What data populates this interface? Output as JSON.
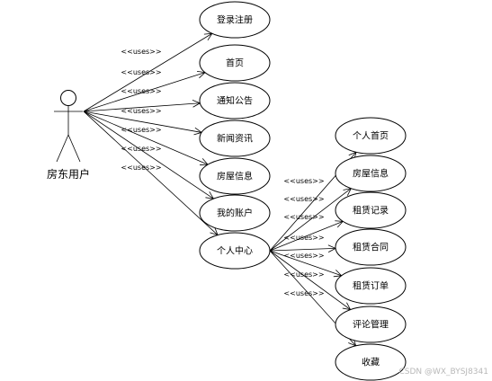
{
  "actor": {
    "name": "房东用户"
  },
  "stereotype": "<<uses>>",
  "primary_use_cases": [
    {
      "id": "login",
      "label": "登录注册"
    },
    {
      "id": "home",
      "label": "首页"
    },
    {
      "id": "notice",
      "label": "通知公告"
    },
    {
      "id": "news",
      "label": "新闻资讯"
    },
    {
      "id": "house",
      "label": "房屋信息"
    },
    {
      "id": "account",
      "label": "我的账户"
    },
    {
      "id": "center",
      "label": "个人中心"
    }
  ],
  "center_use_cases": [
    {
      "id": "personal-home",
      "label": "个人首页"
    },
    {
      "id": "house-info",
      "label": "房屋信息"
    },
    {
      "id": "rent-record",
      "label": "租赁记录"
    },
    {
      "id": "rent-contract",
      "label": "租赁合同"
    },
    {
      "id": "rent-order",
      "label": "租赁订单"
    },
    {
      "id": "comment",
      "label": "评论管理"
    },
    {
      "id": "favorite",
      "label": "收藏"
    }
  ],
  "watermark": "CSDN @WX_BYSJ8341"
}
